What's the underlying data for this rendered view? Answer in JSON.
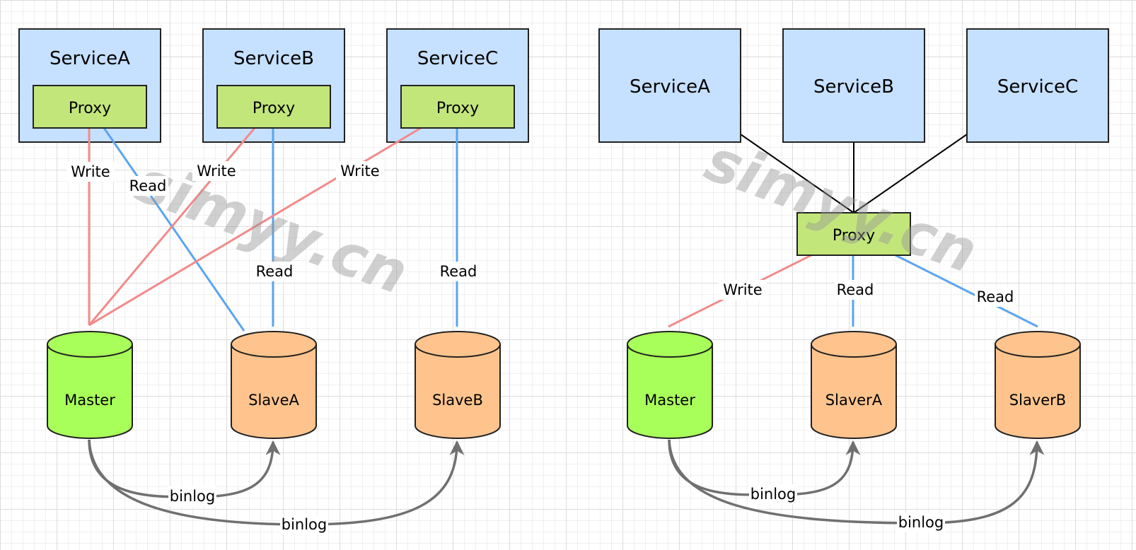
{
  "colors": {
    "service_fill": "#c6e0ff",
    "proxy_fill": "#c3e67b",
    "master_fill": "#a9ff59",
    "slave_fill": "#ffc48e",
    "write_line": "#f28a8a",
    "read_line": "#5aa5f0",
    "binlog_line": "#707070",
    "plain_line": "#000000"
  },
  "watermark": "simyy.cn",
  "left": {
    "services": [
      {
        "label": "ServiceA",
        "proxy": "Proxy"
      },
      {
        "label": "ServiceB",
        "proxy": "Proxy"
      },
      {
        "label": "ServiceC",
        "proxy": "Proxy"
      }
    ],
    "databases": {
      "master": "Master",
      "slave_a": "SlaveA",
      "slave_b": "SlaveB"
    },
    "edges": {
      "a_write": "Write",
      "a_read": "Read",
      "b_write": "Write",
      "b_read": "Read",
      "c_write": "Write",
      "c_read": "Read",
      "binlog_a": "binlog",
      "binlog_b": "binlog"
    }
  },
  "right": {
    "services": [
      "ServiceA",
      "ServiceB",
      "ServiceC"
    ],
    "proxy": "Proxy",
    "databases": {
      "master": "Master",
      "slave_a": "SlaverA",
      "slave_b": "SlaverB"
    },
    "edges": {
      "write": "Write",
      "read_a": "Read",
      "read_b": "Read",
      "binlog_a": "binlog",
      "binlog_b": "binlog"
    }
  }
}
